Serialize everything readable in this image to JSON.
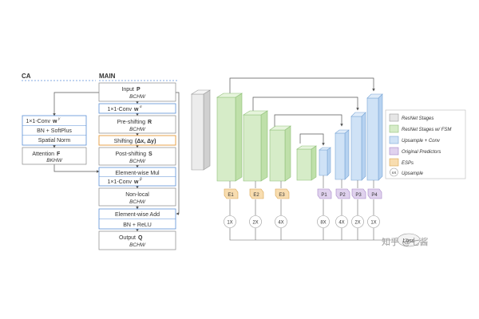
{
  "left": {
    "ca_title": "CA",
    "main_title": "MAIN",
    "main": {
      "input_label": "Input",
      "input_sym": "P",
      "input_shape": "BCHW",
      "conv1_label": "1×1-Conv",
      "conv1_sym": "w",
      "conv1_sup": "α",
      "preshift_label": "Pre-shifting",
      "preshift_sym": "R",
      "preshift_shape": "BCHW",
      "shifting_label": "Shifting",
      "shifting_sym": "(Δx, Δy)",
      "postshift_label": "Post-shifting",
      "postshift_sym": "S",
      "postshift_shape": "BCHW",
      "ewmul_label": "Element-wise Mul",
      "conv2_label": "1×1-Conv",
      "conv2_sym": "w",
      "conv2_sup": "β",
      "nonlocal_label": "Non-local",
      "nonlocal_shape": "BCHW",
      "ewadd_label": "Element-wise Add",
      "bnrelu_label": "BN + ReLU",
      "output_label": "Output",
      "output_sym": "Q",
      "output_shape": "BCHW"
    },
    "ca": {
      "conv_label": "1×1-Conv",
      "conv_sym": "w",
      "conv_sup": "γ",
      "bn_label": "BN + SoftPlus",
      "norm_label": "Spatial Norm",
      "attn_label": "Attention",
      "attn_sym": "F",
      "attn_shape": "BKHW"
    }
  },
  "network": {
    "esp_labels": [
      "E1",
      "E2",
      "E3"
    ],
    "pred_labels": [
      "P1",
      "P2",
      "P3",
      "P4"
    ],
    "esp_upsample": [
      "1X",
      "2X",
      "4X"
    ],
    "pred_upsample": [
      "8X",
      "4X",
      "2X",
      "1X"
    ],
    "loss_label": "Loss"
  },
  "legend": {
    "items": [
      {
        "label": "ResNet Stages",
        "color": "#e6e6e6",
        "stroke": "#9a9a9a"
      },
      {
        "label": "ResNet Stages w/ FSM",
        "color": "#d6ecc8",
        "stroke": "#8fbf78"
      },
      {
        "label": "Upsample + Conv",
        "color": "#cfe2f6",
        "stroke": "#7aa6d6"
      },
      {
        "label": "Original Predictors",
        "color": "#e0d2ee",
        "stroke": "#a585c8"
      },
      {
        "label": "ESPs",
        "color": "#f8ddb0",
        "stroke": "#d9a450"
      }
    ],
    "upsample_symbol": "nX",
    "upsample_label": "Upsample"
  },
  "watermark": {
    "text": "知乎 @七酱"
  },
  "colors": {
    "blue_line": "#5b8fd6",
    "orange": "#e59a3a",
    "grey_block": "#e6e6e6",
    "green": "#d6ecc8",
    "blue": "#cfe2f6",
    "purple": "#e0d2ee",
    "amber": "#f8ddb0"
  }
}
